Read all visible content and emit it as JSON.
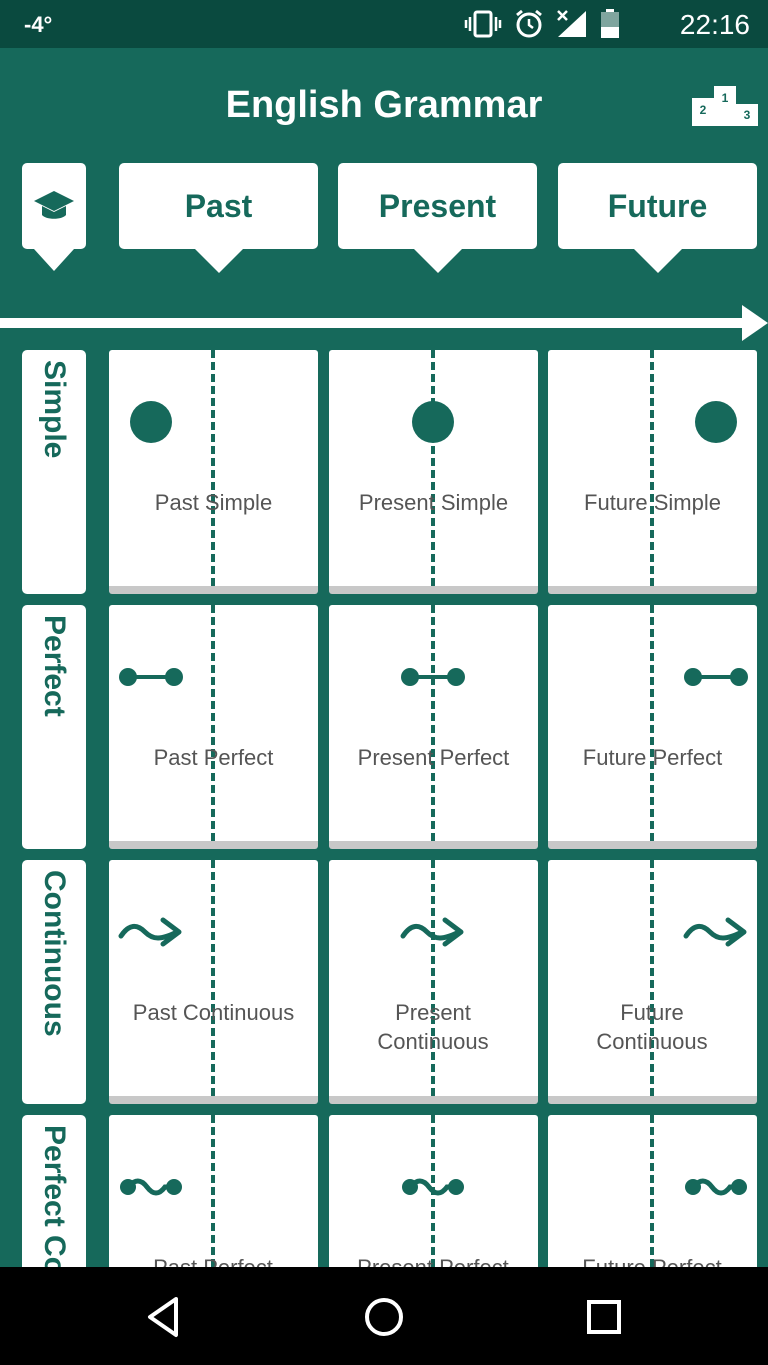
{
  "status_bar": {
    "temperature": "-4°",
    "time": "22:16"
  },
  "header": {
    "title": "English Grammar",
    "podium": {
      "first": "1",
      "second": "2",
      "third": "3"
    }
  },
  "time_headers": [
    "Past",
    "Present",
    "Future"
  ],
  "rows": [
    {
      "label": "Simple",
      "icon": "dot-icon",
      "cells": [
        "Past Simple",
        "Present Simple",
        "Future Simple"
      ]
    },
    {
      "label": "Perfect",
      "icon": "dumbbell-icon",
      "cells": [
        "Past Perfect",
        "Present Perfect",
        "Future Perfect"
      ]
    },
    {
      "label": "Continuous",
      "icon": "wavy-arrow-icon",
      "cells": [
        "Past Continuous",
        "Present Continuous",
        "Future Continuous"
      ]
    },
    {
      "label": "Perfect Continuous",
      "icon": "wavy-dumbbell-icon",
      "cells": [
        "Past Perfect Continuous",
        "Present Perfect Continuous",
        "Future Perfect Continuous"
      ]
    }
  ],
  "colors": {
    "primary": "#16695b",
    "status_bar": "#0a4a3f",
    "card": "#ffffff",
    "card_shadow": "#c8c8c8",
    "label_text": "#555555"
  }
}
